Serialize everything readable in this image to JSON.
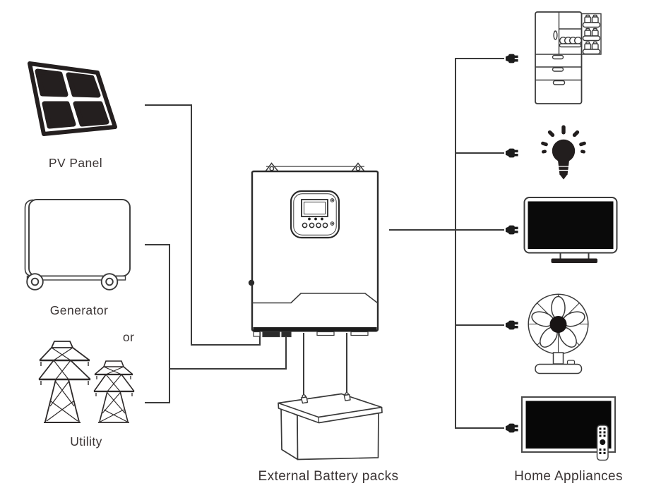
{
  "diagram": {
    "kind": "solar-inverter-system-wiring-diagram"
  },
  "labels": {
    "pv_panel": "PV Panel",
    "generator": "Generator",
    "or": "or",
    "utility": "Utility",
    "external_battery": "External Battery packs",
    "home_appliances": "Home Appliances"
  },
  "colors": {
    "background": "#ffffff",
    "wire_line": "#3a3a3a",
    "icon_ink": "#211d1d",
    "label_text": "#3b3535"
  },
  "icons": [
    "solar-panel-icon",
    "generator-icon",
    "utility-towers-icon",
    "inverter-icon",
    "battery-pack-icon",
    "power-plug-icon",
    "refrigerator-icon",
    "light-bulb-icon",
    "monitor-icon",
    "fan-icon",
    "tv-icon"
  ],
  "connections": [
    "pv-panel to inverter",
    "generator or utility to inverter",
    "inverter to external battery packs",
    "inverter to home appliances: refrigerator, light bulb, monitor, fan, tv"
  ]
}
